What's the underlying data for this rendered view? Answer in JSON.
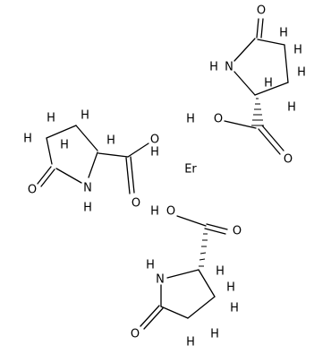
{
  "molecules": [
    {
      "ring_atoms": {
        "o_carbonyl": "O",
        "n": "N",
        "nh": "H"
      },
      "ring_h_labels": [
        "H",
        "H",
        "H",
        "H",
        "H"
      ],
      "acid": {
        "o_hydroxyl": "O",
        "h_hydroxyl": "H",
        "o_carbonyl": "O"
      }
    },
    {
      "ring_atoms": {
        "o_carbonyl": "O",
        "n": "N",
        "nh": "H"
      },
      "ring_h_labels": [
        "H",
        "H",
        "H",
        "H",
        "H"
      ],
      "acid": {
        "o_hydroxyl": "O",
        "h_hydroxyl": "H",
        "o_carbonyl": "O"
      }
    },
    {
      "ring_atoms": {
        "o_carbonyl": "O",
        "n": "N",
        "nh": "H"
      },
      "ring_h_labels": [
        "H",
        "H",
        "H",
        "H",
        "H"
      ],
      "acid": {
        "o_hydroxyl": "O",
        "h_hydroxyl": "H",
        "o_carbonyl": "O"
      }
    }
  ],
  "metal_ion": "Er"
}
